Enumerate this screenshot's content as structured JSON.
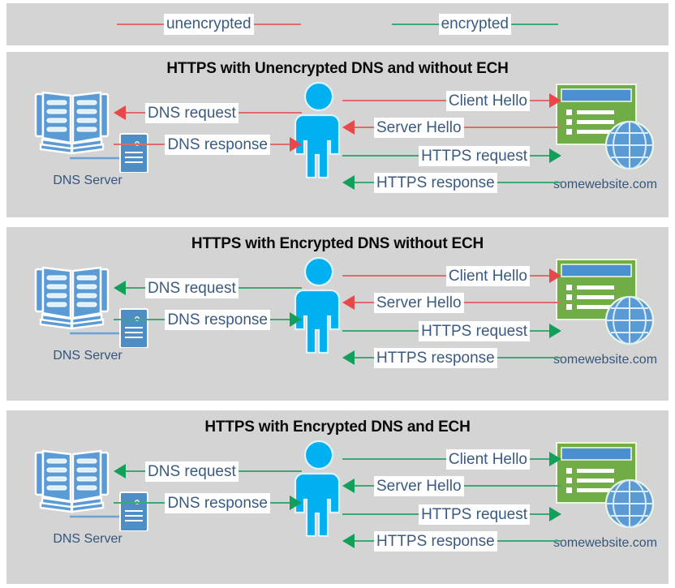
{
  "colors": {
    "panel_background": "#d4d4d4",
    "page_background": "#ffffff",
    "unencrypted": "#e8484a",
    "unencrypted_line": "#e06b6b",
    "encrypted": "#11a05a",
    "encrypted_line": "#3ba876",
    "label_text": "#3b5a7f",
    "title_text": "#0a0a0a",
    "actor_label_text": "#34557c",
    "person_blue": "#00b0f0",
    "book_blue": "#5b9bd5",
    "website_green": "#70ad47",
    "website_titlebar_blue": "#4a8fd0",
    "globe_blue": "#5b9bd5"
  },
  "legend": {
    "items": [
      {
        "label": "unencrypted",
        "style": "unencrypted"
      },
      {
        "label": "encrypted",
        "style": "encrypted"
      }
    ]
  },
  "actors": {
    "dns_server_label": "DNS Server",
    "website_label": "somewebsite.com",
    "user_label": "user"
  },
  "panels": [
    {
      "title": "HTTPS with Unencrypted DNS and without ECH",
      "dns_messages": [
        {
          "label": "DNS request",
          "direction": "left",
          "style": "unencrypted"
        },
        {
          "label": "DNS response",
          "direction": "right",
          "style": "unencrypted"
        }
      ],
      "web_messages": [
        {
          "label": "Client Hello",
          "direction": "right",
          "style": "unencrypted"
        },
        {
          "label": "Server Hello",
          "direction": "left",
          "style": "unencrypted"
        },
        {
          "label": "HTTPS request",
          "direction": "right",
          "style": "encrypted"
        },
        {
          "label": "HTTPS response",
          "direction": "left",
          "style": "encrypted"
        }
      ]
    },
    {
      "title": "HTTPS with Encrypted DNS without ECH",
      "dns_messages": [
        {
          "label": "DNS request",
          "direction": "left",
          "style": "encrypted"
        },
        {
          "label": "DNS response",
          "direction": "right",
          "style": "encrypted"
        }
      ],
      "web_messages": [
        {
          "label": "Client Hello",
          "direction": "right",
          "style": "unencrypted"
        },
        {
          "label": "Server Hello",
          "direction": "left",
          "style": "unencrypted"
        },
        {
          "label": "HTTPS request",
          "direction": "right",
          "style": "encrypted"
        },
        {
          "label": "HTTPS response",
          "direction": "left",
          "style": "encrypted"
        }
      ]
    },
    {
      "title": "HTTPS with Encrypted DNS and ECH",
      "dns_messages": [
        {
          "label": "DNS request",
          "direction": "left",
          "style": "encrypted"
        },
        {
          "label": "DNS response",
          "direction": "right",
          "style": "encrypted"
        }
      ],
      "web_messages": [
        {
          "label": "Client Hello",
          "direction": "right",
          "style": "encrypted"
        },
        {
          "label": "Server Hello",
          "direction": "left",
          "style": "encrypted"
        },
        {
          "label": "HTTPS request",
          "direction": "right",
          "style": "encrypted"
        },
        {
          "label": "HTTPS response",
          "direction": "left",
          "style": "encrypted"
        }
      ]
    }
  ]
}
